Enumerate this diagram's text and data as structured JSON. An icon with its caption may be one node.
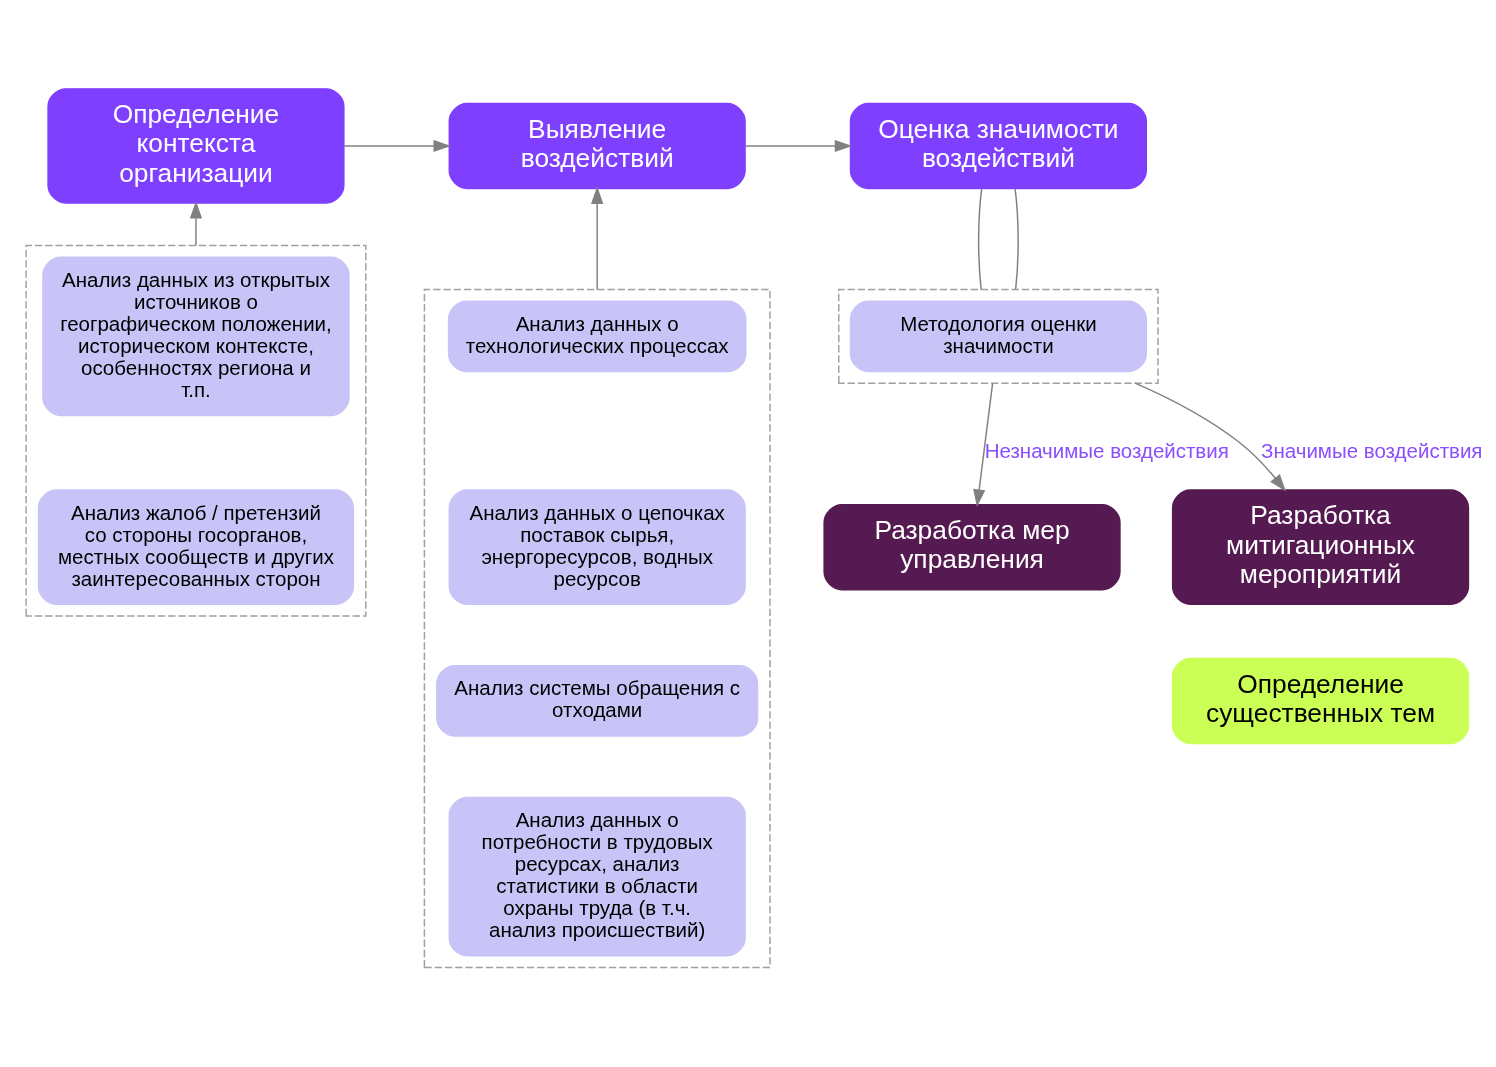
{
  "diagram": {
    "nodes": [
      {
        "text": [
          "Определение контекста организации"
        ]
      },
      {
        "text": [],
        "shape": "box"
      },
      {
        "text": [
          "Анализ данных из открытых источников о географическом положении, историческом контексте, особенностях региона и т.п."
        ],
        "in": 1
      },
      {
        "text": [
          "Анализ жалоб / претензий со стороны госорганов, местных сообществ и других заинтересованных сторон"
        ],
        "in": 1
      },
      {
        "text": [
          "Выявление воздействий"
        ]
      },
      {
        "text": [],
        "shape": "box"
      },
      {
        "text": [
          "Анализ данных о технологических процессах"
        ],
        "in": 5
      },
      {
        "text": [
          "Анализ данных о цепочках поставок сырья, энергоресурсов, водных ресурсов"
        ],
        "in": 5
      },
      {
        "text": [
          "Анализ системы обращения с отходами"
        ],
        "in": 5
      },
      {
        "text": [
          "Анализ данных о потребности в трудовых ресурсах, анализ статистики в области охраны труда (в т.ч. анализ происшествий)"
        ],
        "in": 5
      },
      {
        "text": [
          "Оценка значимости воздействий"
        ]
      },
      {
        "text": [],
        "shape": "box"
      },
      {
        "text": [
          "Методология оценки значимости"
        ],
        "in": 11
      },
      {
        "text": [
          "Разработка мер управления"
        ]
      },
      {
        "text": [
          "Разработка митигационных мероприятий"
        ]
      },
      {
        "text": [
          "Определение существенных тем"
        ]
      }
    ],
    "edges": [
      {
        "from": 0,
        "to": 4,
        "arrow": "to"
      },
      {
        "from": 4,
        "to": 10,
        "arrow": "to"
      },
      {
        "from": 1,
        "to": 0,
        "arrow": "to"
      },
      {
        "from": 5,
        "to": 4,
        "arrow": "to"
      },
      {
        "from": 10,
        "to": 11,
        "arrow": "none"
      },
      {
        "from": 10,
        "to": 11,
        "arrow": "none"
      },
      {
        "from": 11,
        "to": 14,
        "arrow": "to",
        "label": "Значимые воздействия"
      },
      {
        "from": 11,
        "to": 13,
        "arrow": "to",
        "label": "Незначимые воздействия"
      }
    ]
  }
}
